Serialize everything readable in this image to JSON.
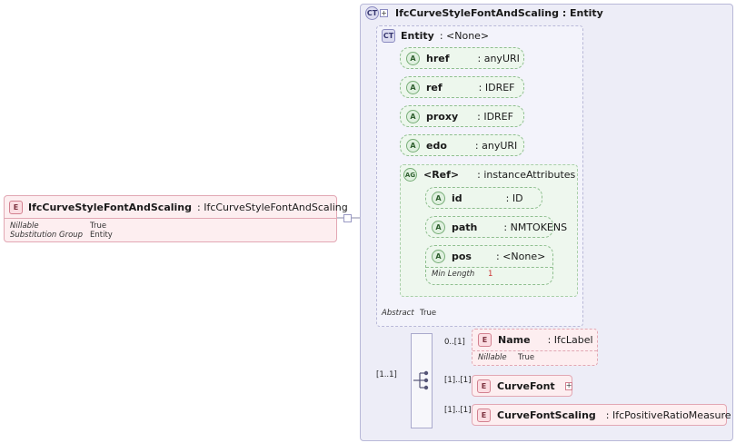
{
  "diagram": {
    "type": "xsd-schema-diagram",
    "root_element": {
      "badge": "E",
      "name": "IfcCurveStyleFontAndScaling",
      "type": ": IfcCurveStyleFontAndScaling",
      "props": [
        {
          "key": "Nillable",
          "value": "True"
        },
        {
          "key": "Substitution Group",
          "value": "Entity"
        }
      ]
    },
    "complex_type": {
      "badge": "CT",
      "expander": "+",
      "title": "IfcCurveStyleFontAndScaling  : Entity"
    },
    "base_type": {
      "badge": "CT",
      "name": "Entity",
      "type": ": <None>",
      "abstract": {
        "key": "Abstract",
        "value": "True"
      }
    },
    "attributes": [
      {
        "badge": "A",
        "name": "href",
        "type": ": anyURI"
      },
      {
        "badge": "A",
        "name": "ref",
        "type": ": IDREF"
      },
      {
        "badge": "A",
        "name": "proxy",
        "type": ": IDREF"
      },
      {
        "badge": "A",
        "name": "edo",
        "type": ": anyURI"
      }
    ],
    "attribute_group": {
      "badge": "AG",
      "name": "<Ref>",
      "type": ": instanceAttributes",
      "members": [
        {
          "badge": "A",
          "name": "id",
          "type": ": ID",
          "props": []
        },
        {
          "badge": "A",
          "name": "path",
          "type": ": NMTOKENS",
          "props": []
        },
        {
          "badge": "A",
          "name": "pos",
          "type": ": <None>",
          "props": [
            {
              "key": "Min Length",
              "value": "1"
            }
          ]
        }
      ]
    },
    "sequence": {
      "label": "sequence-compositor",
      "cardinality": "[1..1]"
    },
    "children": [
      {
        "badge": "E",
        "name": "Name",
        "type": ": IfcLabel",
        "cardinality": "0..[1]",
        "dashed": true,
        "props": [
          {
            "key": "Nillable",
            "value": "True"
          }
        ],
        "expander": null
      },
      {
        "badge": "E",
        "name": "CurveFont",
        "type": "",
        "cardinality": "[1]..[1]",
        "dashed": false,
        "props": [],
        "expander": "+"
      },
      {
        "badge": "E",
        "name": "CurveFontScaling",
        "type": ": IfcPositiveRatioMeasure",
        "cardinality": "[1]..[1]",
        "dashed": false,
        "props": [],
        "expander": null
      }
    ],
    "colors": {
      "panel_fill": "#ededf7",
      "panel_border": "#b9b9d8",
      "element_fill": "#fdeef0",
      "element_border": "#e2a8b4",
      "attribute_fill": "#edf7ed",
      "attribute_border": "#8fbf8f",
      "line": "#8a8aa8"
    }
  }
}
